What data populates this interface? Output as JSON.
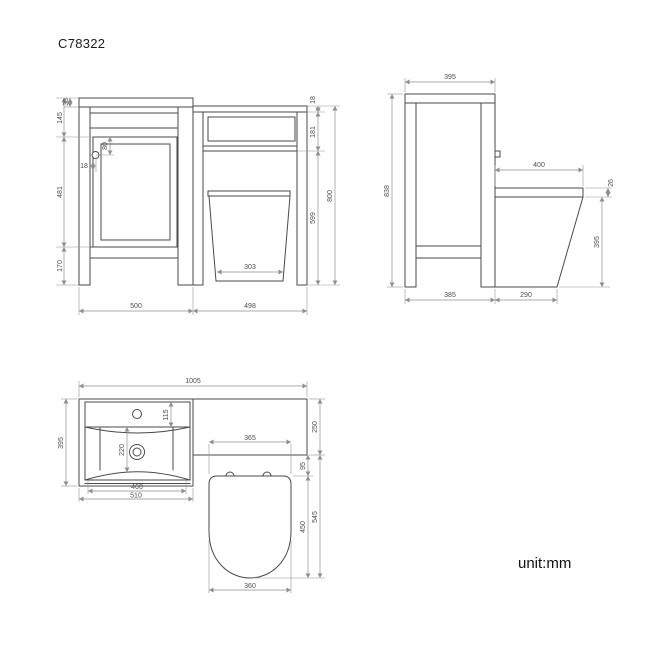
{
  "title": "C78322",
  "unit_label": "unit:mm",
  "drawing": {
    "front": {
      "worktop_thickness": "38",
      "upper_section_height": "145",
      "handle_offset": "80",
      "handle_inset": "18",
      "door_height": "481",
      "plinth_height": "170",
      "wc_top_thickness": "18",
      "panel_height": "181",
      "wc_opening_height": "599",
      "total_height": "800",
      "vanity_width": "500",
      "wc_width": "498",
      "pan_base_width": "303"
    },
    "side": {
      "depth": "395",
      "height": "838",
      "seat_depth": "400",
      "seat_thickness": "26",
      "pan_front_height": "395",
      "cabinet_depth": "385",
      "pan_projection": "290"
    },
    "plan": {
      "total_width": "1005",
      "vanity_depth": "395",
      "tap_inset": "115",
      "bowl_depth": "220",
      "basin_inner_width": "460",
      "basin_width": "510",
      "wc_counter_depth": "250",
      "seat_setback": "95",
      "seat_width": "365",
      "pan_length": "450",
      "wc_total_depth": "545",
      "pan_width": "360"
    }
  }
}
